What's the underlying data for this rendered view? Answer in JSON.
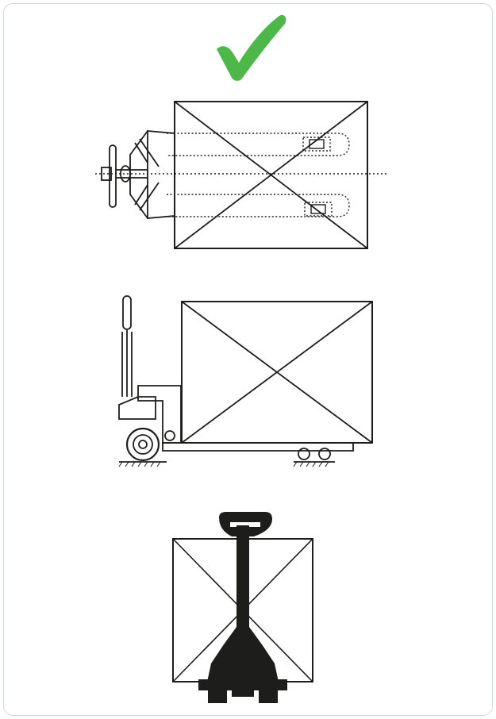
{
  "diagram": {
    "status_icon": "check-mark-icon",
    "status_color": "#4cb848",
    "line_color": "#1d1d1b",
    "views": [
      "top-view",
      "side-view",
      "rear-view"
    ]
  }
}
